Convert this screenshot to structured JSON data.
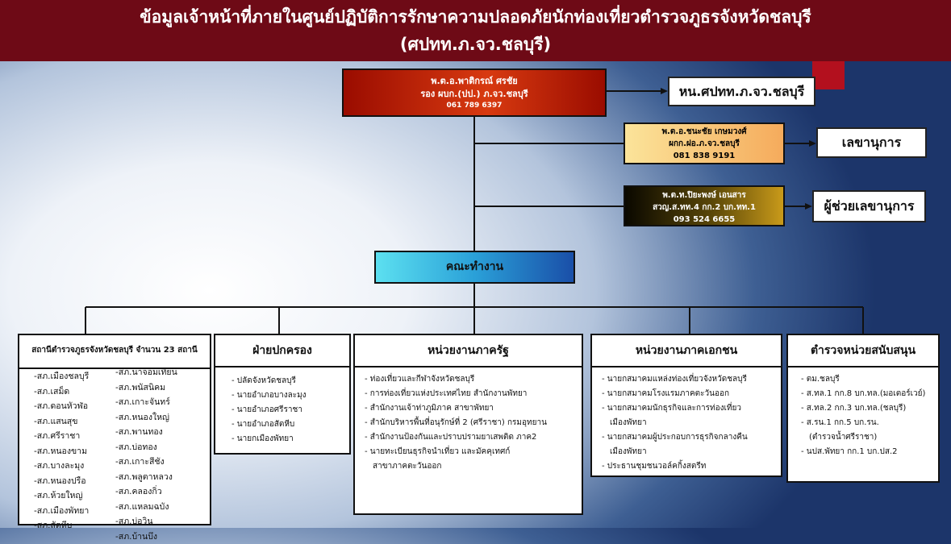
{
  "banner": {
    "title_line1": "ข้อมูลเจ้าหน้าที่ภายในศูนย์ปฏิบัติการรักษาความปลอดภัยนักท่องเที่ยวตำรวจภูธรจังหวัดชลบุรี",
    "title_line2": "(ศปทท.ภ.จว.ชลบุรี)",
    "color": "#6e0a16"
  },
  "chief": {
    "name": "พ.ต.อ.พาติกรณ์ ศรชัย",
    "position": "รอง ผบก.(ปป.) ภ.จว.ชลบุรี",
    "phone": "061 789 6397",
    "label": "หน.ศปทท.ภ.จว.ชลบุรี"
  },
  "secretary": {
    "name": "พ.ต.อ.ชนะชัย เกษมวงศ์",
    "position": "ผกก.ฝอ.ภ.จว.ชลบุรี",
    "phone": "081 838 9191",
    "label": "เลขานุการ"
  },
  "assistant": {
    "name": "พ.ต.ท.ปิยะพงษ์ เอนสาร",
    "position": "สวญ.ส.ทท.4 กก.2 บก.ทท.1",
    "phone": "093 524 6655",
    "label": "ผู้ช่วยเลขานุการ"
  },
  "working_group": "คณะทำงาน",
  "columns": {
    "stations": {
      "title": "สถานีตำรวจภูธรจังหวัดชลบุรี จำนวน 23 สถานี",
      "left": [
        "-สภ.เมืองชลบุรี",
        "-สภ.เสม็ด",
        "-สภ.ดอนหัวฬ่อ",
        "-สภ.แสนสุข",
        "-สภ.ศรีราชา",
        "-สภ.หนองขาม",
        "-สภ.บางละมุง",
        "-สภ.หนองปรือ",
        "-สภ.ห้วยใหญ่",
        "-สภ.เมืองพัทยา",
        "-สภ.สัตหีบ"
      ],
      "right": [
        "-สภ.นาจอมเทียน",
        "-สภ.พนัสนิคม",
        "-สภ.เกาะจันทร์",
        "-สภ.หนองใหญ่",
        "-สภ.พานทอง",
        "-สภ.บ่อทอง",
        "-สภ.เกาะสีชัง",
        "-สภ.พลูตาหลวง",
        "-สภ.คลองกิ่ว",
        "-สภ.แหลมฉบัง",
        "-สภ.บ่อวิน",
        "-สภ.บ้านบึง"
      ]
    },
    "admin": {
      "title": "ฝ่ายปกครอง",
      "items": [
        "- ปลัดจังหวัดชลบุรี",
        "- นายอำเภอบางละมุง",
        "- นายอำเภอศรีราชา",
        "- นายอำเภอสัตหีบ",
        "- นายกเมืองพัทยา"
      ]
    },
    "gov": {
      "title": "หน่วยงานภาครัฐ",
      "items": [
        "- ท่องเที่ยวและกีฬาจังหวัดชลบุรี",
        "- การท่องเที่ยวแห่งประเทศไทย สำนักงานพัทยา",
        "- สำนักงานเจ้าท่าภูมิภาค สาขาพัทยา",
        "- สำนักบริหารพื้นที่อนุรักษ์ที่ 2 (ศรีราชา) กรมอุทยาน",
        "- สำนักงานป้องกันและปราบปรามยาเสพติด ภาค2",
        "- นายทะเบียนธุรกิจนำเที่ยว และมัคคุเทศก์"
      ],
      "item_cont": "สาขาภาคตะวันออก"
    },
    "private": {
      "title": "หน่วยงานภาคเอกชน",
      "items": [
        "- นายกสมาคมแหล่งท่องเที่ยวจังหวัดชลบุรี",
        "- นายกสมาคมโรงแรมภาคตะวันออก",
        "- นายกสมาคมนักธุรกิจและการท่องเที่ยว",
        "- นายกสมาคมผู้ประกอบการธุรกิจกลางคืน",
        "- ประธานชุมชนวอล์คกิ้งสตรีท"
      ],
      "cont1": "เมืองพัทยา",
      "cont2": "เมืองพัทยา"
    },
    "support": {
      "title": "ตำรวจหน่วยสนับสนุน",
      "items": [
        "- ตม.ชลบุรี",
        "- ส.ทล.1 กก.8 บก.ทล.(มอเตอร์เวย์)",
        "- ส.ทล.2 กก.3 บก.ทล.(ชลบุรี)",
        "- ส.รน.1 กก.5 บก.รน.",
        "- นปส.พัทยา กก.1 บก.ปส.2"
      ],
      "cont": "(ตำรวจน้ำศรีราชา)"
    }
  }
}
